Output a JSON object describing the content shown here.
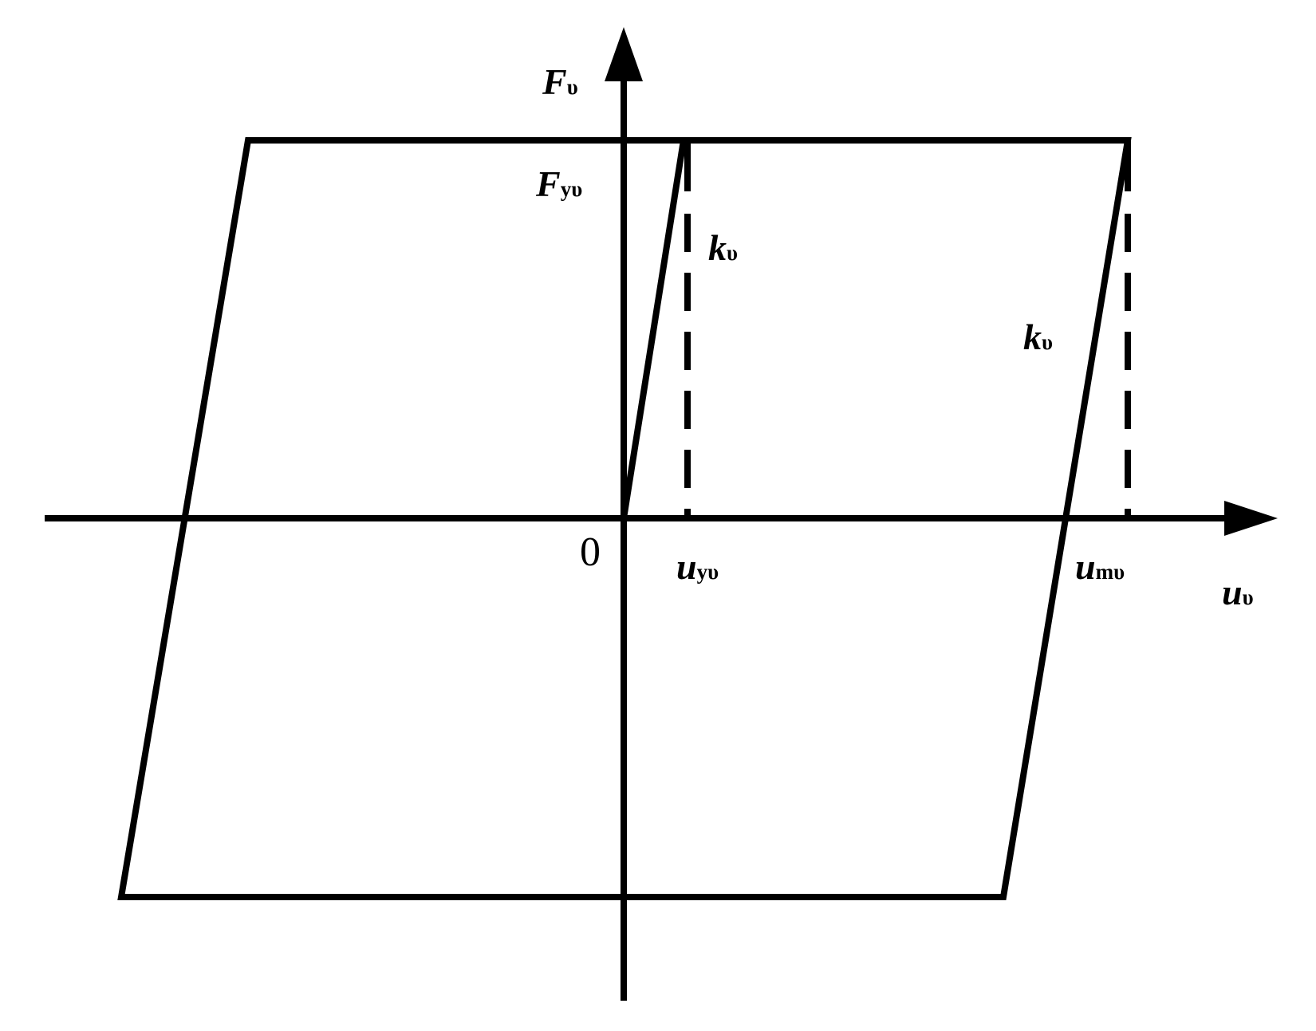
{
  "labels": {
    "f_axis": {
      "main": "F",
      "sub": "υ"
    },
    "u_axis": {
      "main": "u",
      "sub": "υ"
    },
    "f_yield": {
      "main": "F",
      "sub": "yυ"
    },
    "k_left": {
      "main": "k",
      "sub": "υ"
    },
    "k_right": {
      "main": "k",
      "sub": "υ"
    },
    "u_yield": {
      "main": "u",
      "sub": "yυ"
    },
    "u_max": {
      "main": "u",
      "sub": "mυ"
    },
    "origin": "0"
  },
  "colors": {
    "stroke": "#000000",
    "background": "#ffffff"
  }
}
